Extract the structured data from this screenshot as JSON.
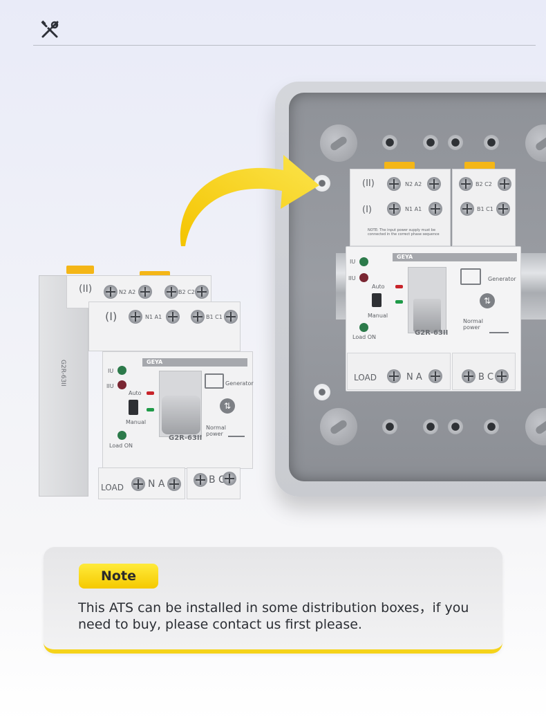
{
  "header": {
    "icon": "tools-icon"
  },
  "box_device": {
    "brand": "GEYA",
    "model": "G2R-63II",
    "row_top_left": "N2 A2",
    "row_top_right": "B2 C2",
    "row_mid_left": "N1 A1",
    "row_mid_right": "B1 C1",
    "note_text": "NOTE: The input power supply must be connected in the correct phase sequence",
    "label_ii": "(II)",
    "label_i": "(I)",
    "iu": "IU",
    "iiu": "IIU",
    "auto": "Auto",
    "manual": "Manual",
    "load_on": "Load ON",
    "generator": "Generator",
    "normal_power": "Normal power",
    "load": "LOAD",
    "na": "N A",
    "bc": "B C"
  },
  "ats_device": {
    "brand": "GEYA",
    "model": "G2R-63II",
    "row_top_left": "N2 A2",
    "row_top_right": "B2 C2",
    "row_mid_left": "N1 A1",
    "row_mid_right": "B1 C1",
    "label_ii": "(II)",
    "label_i": "(I)",
    "iu": "IU",
    "iiu": "IIU",
    "auto": "Auto",
    "manual": "Manual",
    "load_on": "Load ON",
    "generator": "Generator",
    "normal_power": "Normal power",
    "load": "LOAD",
    "na": "N A",
    "bc": "B C",
    "side_model": "G2R-63II"
  },
  "note": {
    "badge": "Note",
    "text": "This ATS can be installed in some distribution boxes，if you need to buy, please contact us first please."
  },
  "colors": {
    "accent": "#f5d31b",
    "arrow": "#f7d300"
  }
}
